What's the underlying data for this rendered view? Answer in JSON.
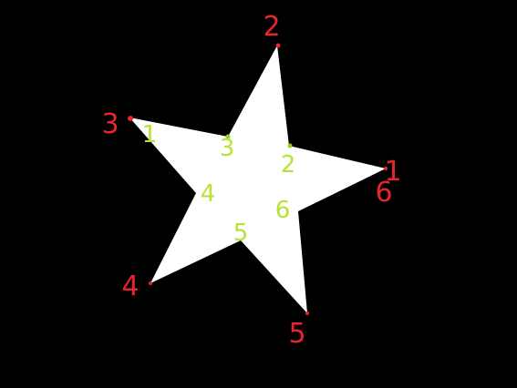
{
  "colors": {
    "background": "#000000",
    "star_fill": "#ffffff",
    "outer_label": "#e8252f",
    "inner_label": "#b7e334",
    "vertex_mark": "#e8252f",
    "inner_mark": "#8fd11e"
  },
  "outer_labels": [
    "2",
    "3",
    "1",
    "6",
    "4",
    "5"
  ],
  "inner_labels": [
    "1",
    "3",
    "2",
    "4",
    "6",
    "5"
  ]
}
